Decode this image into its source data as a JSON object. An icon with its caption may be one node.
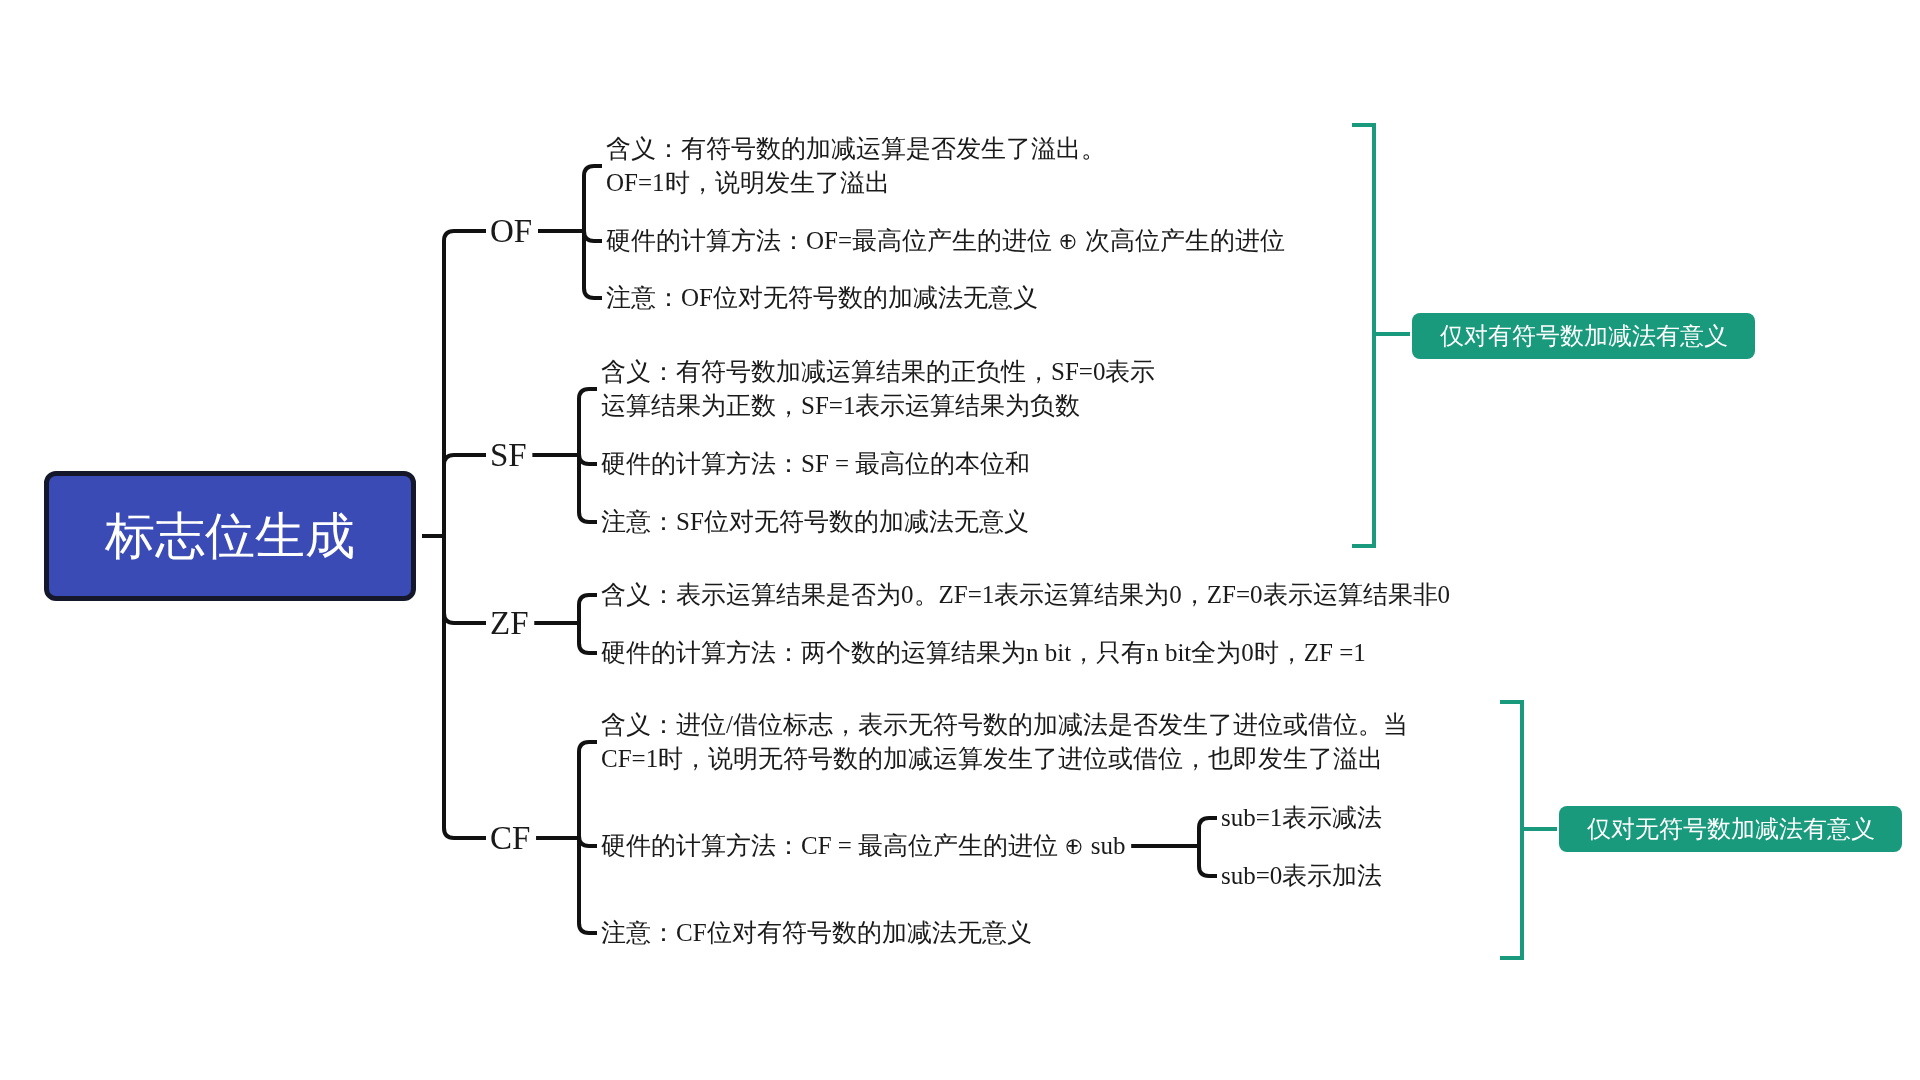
{
  "diagram": {
    "nodes": [
      {
        "text": [
          "标志位生成"
        ]
      },
      {
        "text": [
          "OF"
        ]
      },
      {
        "text": [
          "含义：有符号数的加减运算是否发生了溢出。OF=1时，说明发生了溢出"
        ]
      },
      {
        "text": [
          "硬件的计算方法：OF=最高位产生的进位 ⊕ 次高位产生的进位"
        ]
      },
      {
        "text": [
          "注意：OF位对无符号数的加减法无意义"
        ]
      },
      {
        "text": [
          "SF"
        ]
      },
      {
        "text": [
          "含义：有符号数加减运算结果的正负性，SF=0表示运算结果为正数，SF=1表示运算结果为负数"
        ]
      },
      {
        "text": [
          "硬件的计算方法：SF = 最高位的本位和"
        ]
      },
      {
        "text": [
          "注意：SF位对无符号数的加减法无意义"
        ]
      },
      {
        "text": [
          "ZF"
        ]
      },
      {
        "text": [
          "含义：表示运算结果是否为0。ZF=1表示运算结果为0，ZF=0表示运算结果非0"
        ]
      },
      {
        "text": [
          "硬件的计算方法：两个数的运算结果为n bit，只有n bit全为0时，ZF =1"
        ]
      },
      {
        "text": [
          "CF"
        ]
      },
      {
        "text": [
          "含义：进位/借位标志，表示无符号数的加减法是否发生了进位或借位。当CF=1时，说明无符号数的加减运算发生了进位或借位，也即发生了溢出"
        ]
      },
      {
        "text": [
          "硬件的计算方法：CF = 最高位产生的进位 ⊕ sub"
        ]
      },
      {
        "text": [
          "sub=1表示减法"
        ]
      },
      {
        "text": [
          "sub=0表示加法"
        ]
      },
      {
        "text": [
          "注意：CF位对有符号数的加减法无意义"
        ]
      },
      {
        "text": [
          "仅对有符号数加减法有意义"
        ]
      },
      {
        "text": [
          "仅对无符号数加减法有意义"
        ]
      }
    ],
    "edges": [
      {
        "from": 0,
        "to": 1,
        "arrow": "none"
      },
      {
        "from": 0,
        "to": 5,
        "arrow": "none"
      },
      {
        "from": 0,
        "to": 9,
        "arrow": "none"
      },
      {
        "from": 0,
        "to": 12,
        "arrow": "none"
      },
      {
        "from": 1,
        "to": 2,
        "arrow": "none"
      },
      {
        "from": 1,
        "to": 3,
        "arrow": "none"
      },
      {
        "from": 1,
        "to": 4,
        "arrow": "none"
      },
      {
        "from": 5,
        "to": 6,
        "arrow": "none"
      },
      {
        "from": 5,
        "to": 7,
        "arrow": "none"
      },
      {
        "from": 5,
        "to": 8,
        "arrow": "none"
      },
      {
        "from": 9,
        "to": 10,
        "arrow": "none"
      },
      {
        "from": 9,
        "to": 11,
        "arrow": "none"
      },
      {
        "from": 12,
        "to": 13,
        "arrow": "none"
      },
      {
        "from": 12,
        "to": 14,
        "arrow": "none"
      },
      {
        "from": 12,
        "to": 17,
        "arrow": "none"
      },
      {
        "from": 14,
        "to": 15,
        "arrow": "none"
      },
      {
        "from": 14,
        "to": 16,
        "arrow": "none"
      }
    ]
  }
}
